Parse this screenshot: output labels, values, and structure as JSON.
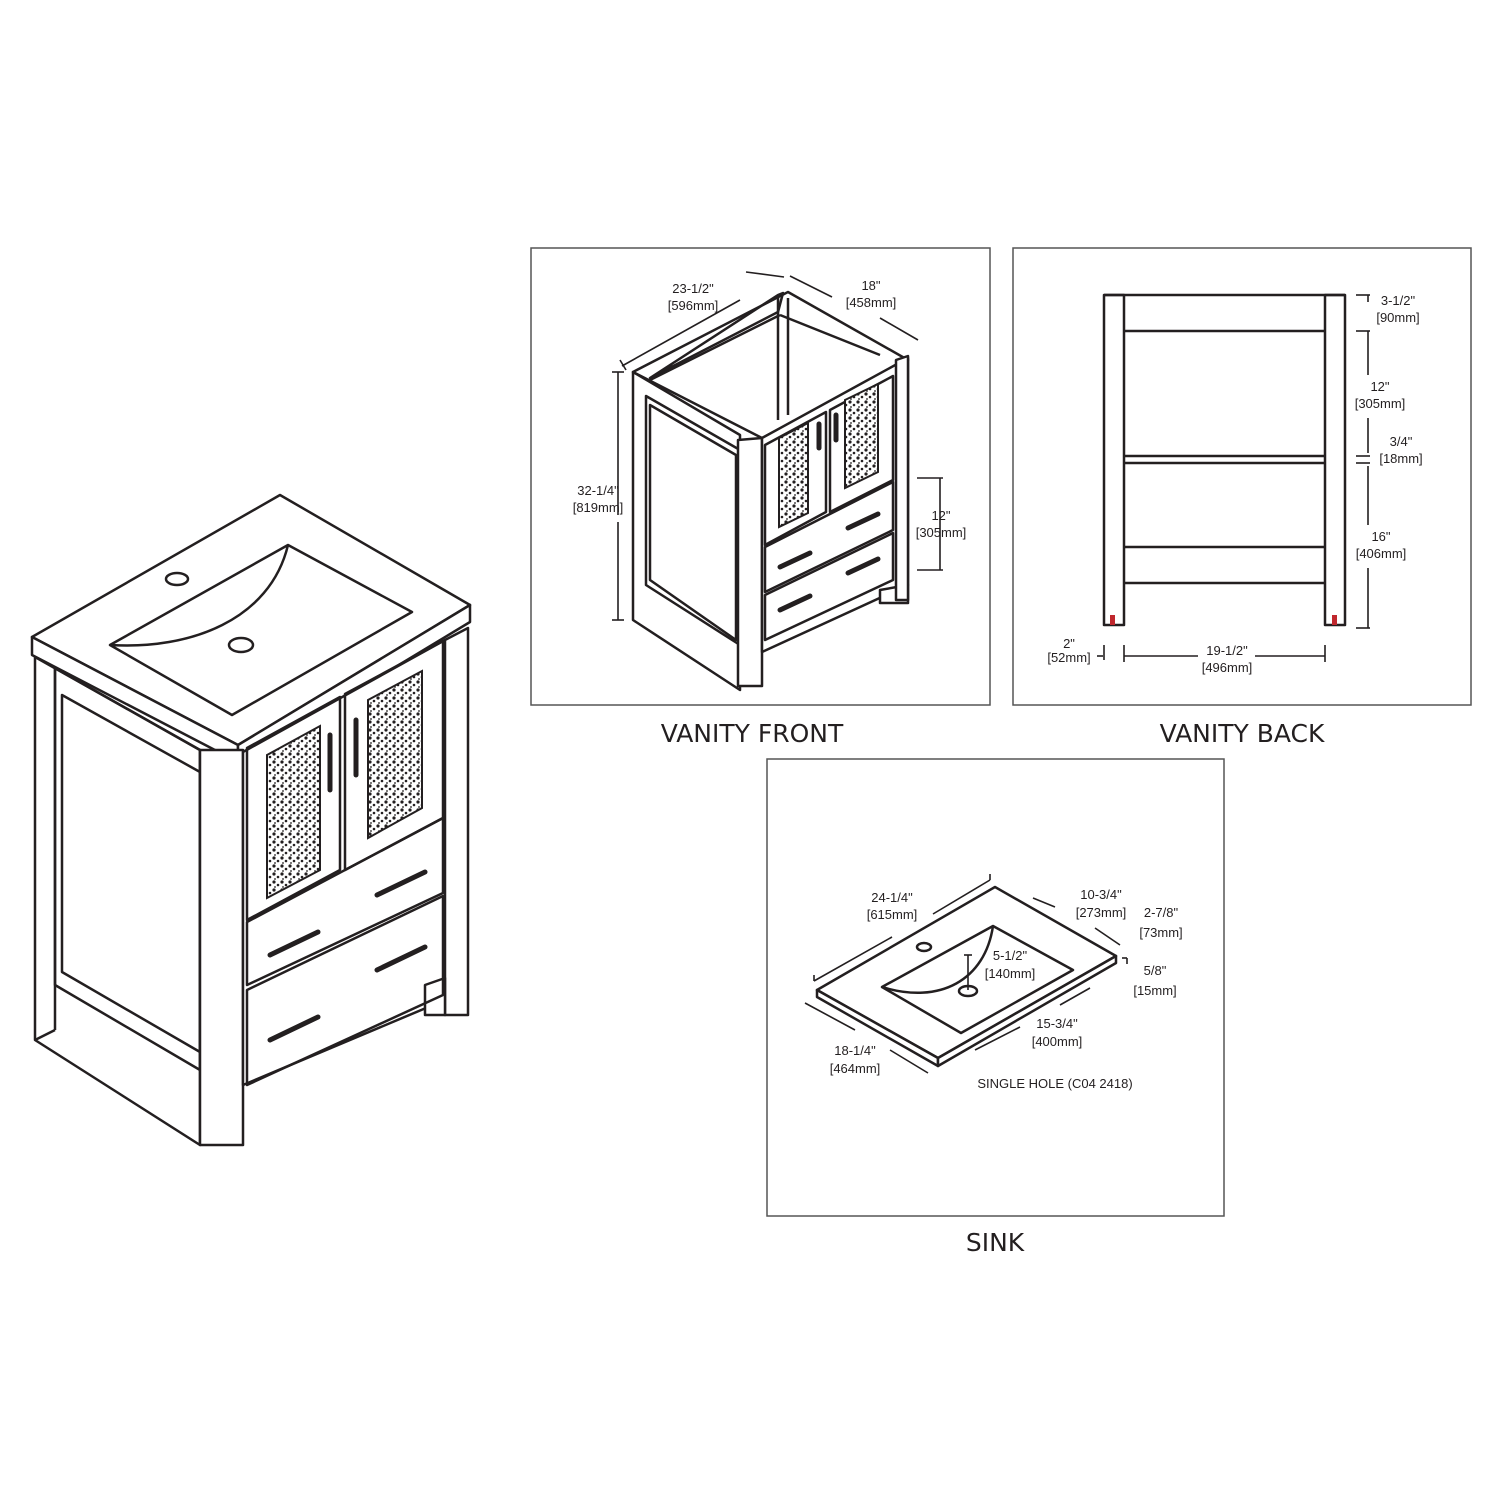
{
  "panels": {
    "front": {
      "caption": "VANITY FRONT",
      "width": {
        "in": "23-1/2\"",
        "mm": "[596mm]"
      },
      "depth": {
        "in": "18\"",
        "mm": "[458mm]"
      },
      "height": {
        "in": "32-1/4\"",
        "mm": "[819mm]"
      },
      "drawer_height": {
        "in": "12\"",
        "mm": "[305mm]"
      }
    },
    "back": {
      "caption": "VANITY BACK",
      "top_rail": {
        "in": "3-1/2\"",
        "mm": "[90mm]"
      },
      "upper_opening": {
        "in": "12\"",
        "mm": "[305mm]"
      },
      "shelf": {
        "in": "3/4\"",
        "mm": "[18mm]"
      },
      "lower_opening": {
        "in": "16\"",
        "mm": "[406mm]"
      },
      "leg": {
        "in": "2\"",
        "mm": "[52mm]"
      },
      "inner_width": {
        "in": "19-1/2\"",
        "mm": "[496mm]"
      },
      "leveler_color": "#c0272d"
    },
    "sink": {
      "caption": "SINK",
      "width": {
        "in": "24-1/4\"",
        "mm": "[615mm]"
      },
      "basin_depth_back": {
        "in": "10-3/4\"",
        "mm": "[273mm]"
      },
      "back_margin": {
        "in": "2-7/8\"",
        "mm": "[73mm]"
      },
      "thickness": {
        "in": "5/8\"",
        "mm": "[15mm]"
      },
      "bowl_depth": {
        "in": "5-1/2\"",
        "mm": "[140mm]"
      },
      "basin_width": {
        "in": "15-3/4\"",
        "mm": "[400mm]"
      },
      "depth": {
        "in": "18-1/4\"",
        "mm": "[464mm]"
      },
      "note": "SINGLE HOLE (C04 2418)"
    }
  }
}
